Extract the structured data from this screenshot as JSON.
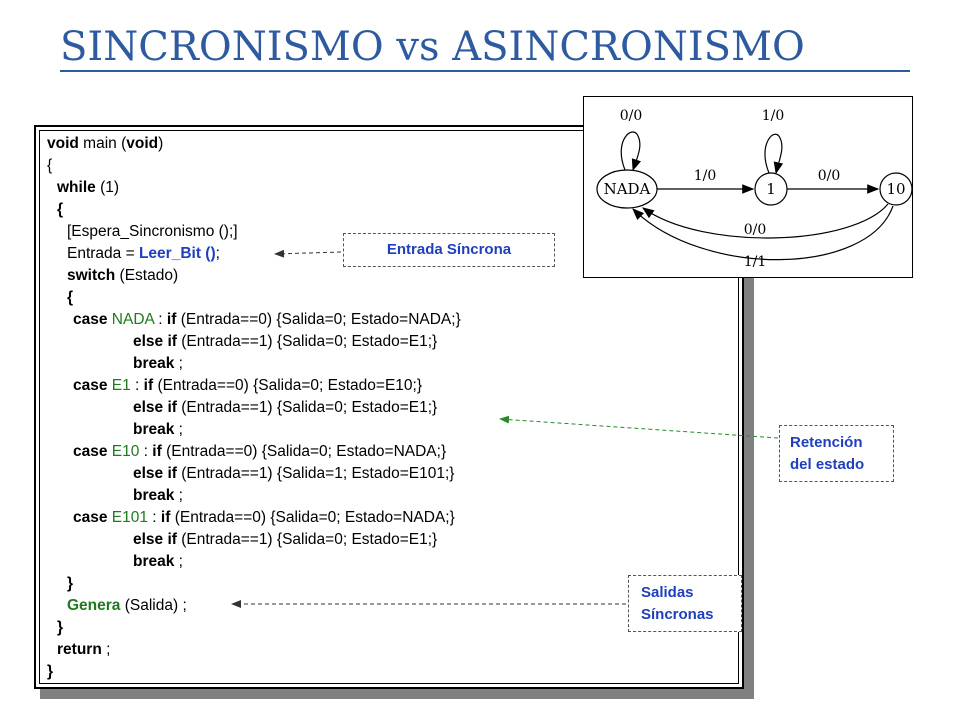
{
  "slide": {
    "title": "SINCRONISMO vs ASINCRONISMO"
  },
  "code": {
    "l1": {
      "a": "void",
      "b": " main (",
      "c": "void",
      "d": ")"
    },
    "l2": {
      "a": "{"
    },
    "l3": {
      "a": "while",
      "b": " (1)"
    },
    "l4": {
      "a": "{"
    },
    "l5": {
      "a": "[Espera_Sincronismo ();]"
    },
    "l6": {
      "a": "Entrada  = ",
      "b": "Leer_Bit ()",
      ";": ";"
    },
    "l7": {
      "a": "switch",
      "b": " (Estado)"
    },
    "l8": {
      "a": "{"
    },
    "l9": {
      "a": "case",
      "b": " NADA",
      "c": " : ",
      "d": "if",
      "e": " (Entrada==0) {Salida=0; Estado=NADA;}"
    },
    "l10": {
      "a": "else if",
      "b": " (Entrada==1) {Salida=0; Estado=E1;}"
    },
    "l11": {
      "a": "break",
      "b": " ;"
    },
    "l12": {
      "a": "case",
      "b": " E1",
      "c": " :    ",
      "d": "if",
      "e": " (Entrada==0) {Salida=0; Estado=E10;}"
    },
    "l13": {
      "a": "else if",
      "b": " (Entrada==1) {Salida=0; Estado=E1;}"
    },
    "l14": {
      "a": "break",
      "b": " ;"
    },
    "l15": {
      "a": "case",
      "b": " E10",
      "c": " :  ",
      "d": "if",
      "e": " (Entrada==0) {Salida=0; Estado=NADA;}"
    },
    "l16": {
      "a": "else if",
      "b": " (Entrada==1) {Salida=1; Estado=E101;}"
    },
    "l17": {
      "a": "break",
      "b": " ;"
    },
    "l18": {
      "a": "case",
      "b": " E101",
      "c": " : ",
      "d": "if",
      "e": " (Entrada==0) {Salida=0; Estado=NADA;}"
    },
    "l19": {
      "a": "else if",
      "b": " (Entrada==1) {Salida=0; Estado=E1;}"
    },
    "l20": {
      "a": "break",
      "b": " ;"
    },
    "l21": {
      "a": "}"
    },
    "l22": {
      "a": "Genera",
      "b": " (Salida) ;"
    },
    "l23": {
      "a": "}"
    },
    "l24": {
      "a": "return",
      "b": " ;"
    },
    "l25": {
      "a": "}"
    }
  },
  "callouts": {
    "entrada": "Entrada Síncrona",
    "retencion_1": "Retención",
    "retencion_2": "del estado",
    "salidas_1": "Salidas",
    "salidas_2": "Síncronas"
  },
  "fsm": {
    "states": {
      "nada": "NADA",
      "s1": "1",
      "s10": "10"
    },
    "transitions": {
      "nada_self": "0/0",
      "s1_self": "1/0",
      "nada_to_s1": "1/0",
      "s1_to_s10": "0/0",
      "s10_to_nada_a": "0/0",
      "s10_to_nada_b": "1/1"
    }
  },
  "colors": {
    "title": "#2e5aa0",
    "keyword_green": "#1f7a1f",
    "callout_blue": "#1f3fbf"
  }
}
